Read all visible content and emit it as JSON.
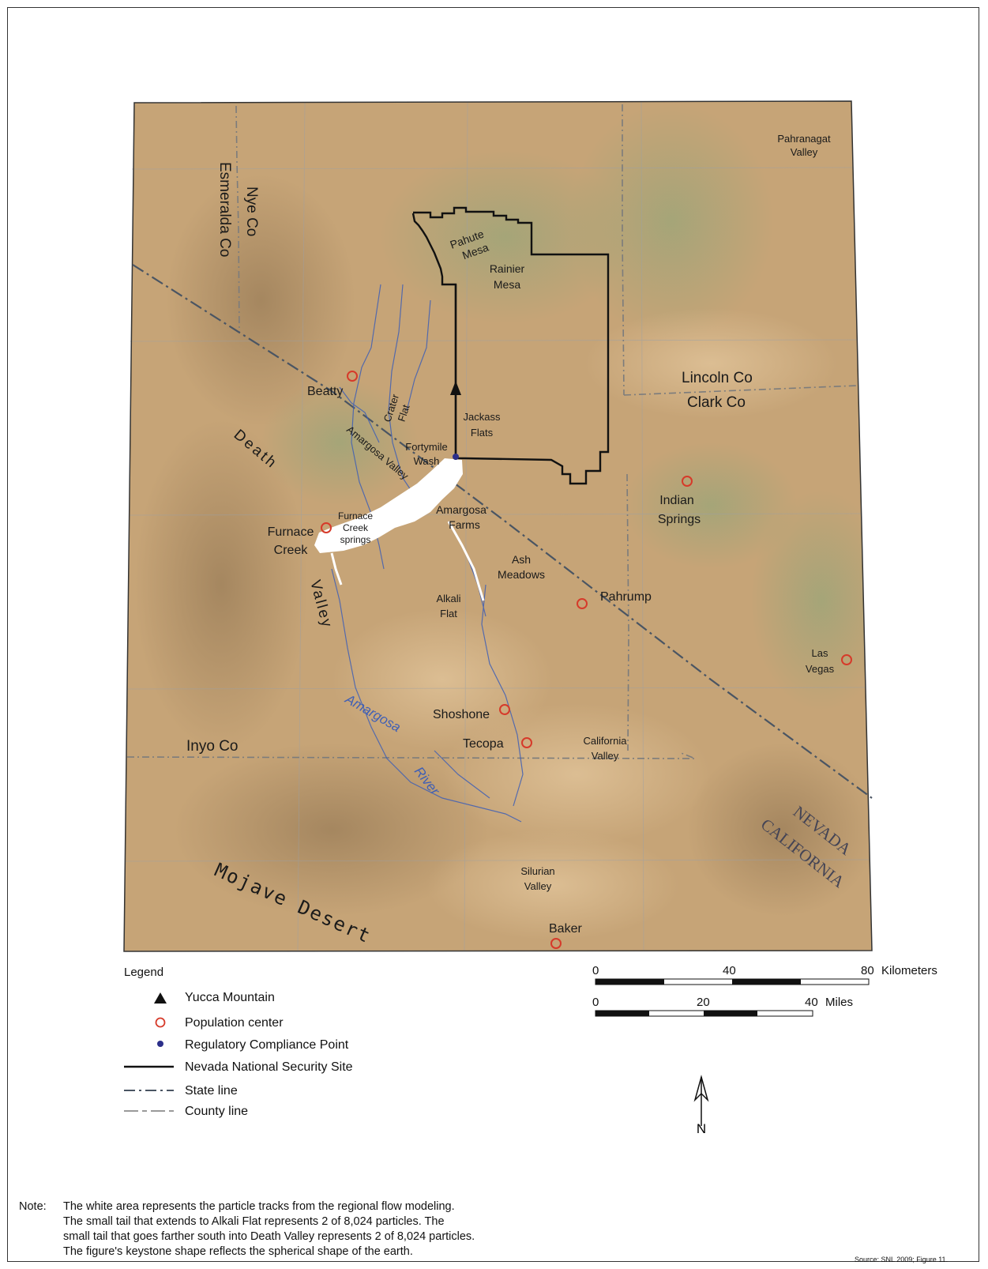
{
  "map": {
    "region_labels": {
      "pahranagat_valley": [
        "Pahranagat",
        "Valley"
      ],
      "nye_co": "Nye Co",
      "esmeralda_co": "Esmeralda Co",
      "pahute_mesa": [
        "Pahute",
        "Mesa"
      ],
      "rainier_mesa": [
        "Rainier",
        "Mesa"
      ],
      "lincoln_co": "Lincoln Co",
      "clark_co": "Clark Co",
      "beatty": "Beatty",
      "crater_flat": [
        "Crater",
        "Flat"
      ],
      "jackass_flats": [
        "Jackass",
        "Flats"
      ],
      "amargosa_valley": "Amargosa Valley",
      "fortymile_wash": [
        "Fortymile",
        "Wash"
      ],
      "death": "Death",
      "valley": "Valley",
      "furnace_creek_springs": [
        "Furnace",
        "Creek",
        "springs"
      ],
      "amargosa_farms": [
        "Amargosa",
        "Farms"
      ],
      "furnace_creek": [
        "Furnace",
        "Creek"
      ],
      "indian_springs": [
        "Indian",
        "Springs"
      ],
      "ash_meadows": [
        "Ash",
        "Meadows"
      ],
      "pahrump": "Pahrump",
      "alkali_flat": [
        "Alkali",
        "Flat"
      ],
      "las_vegas": [
        "Las",
        "Vegas"
      ],
      "amargosa_river": [
        "Amargosa",
        "River"
      ],
      "shoshone": "Shoshone",
      "tecopa": "Tecopa",
      "california_valley": [
        "California",
        "Valley"
      ],
      "inyo_co": "Inyo Co",
      "nevada": "NEVADA",
      "california": "CALIFORNIA",
      "silurian_valley": [
        "Silurian",
        "Valley"
      ],
      "baker": "Baker",
      "mojave_desert": "Mojave Desert"
    }
  },
  "legend": {
    "title": "Legend",
    "items": [
      {
        "symbol": "triangle",
        "label": "Yucca Mountain"
      },
      {
        "symbol": "circle-red",
        "label": "Population center"
      },
      {
        "symbol": "dot-blue",
        "label": "Regulatory Compliance Point"
      },
      {
        "symbol": "line-solid",
        "label": "Nevada National Security Site"
      },
      {
        "symbol": "line-dashdot",
        "label": "State line"
      },
      {
        "symbol": "line-dash-gray",
        "label": "County line"
      }
    ]
  },
  "scale_bar": {
    "km_ticks": [
      "0",
      "40",
      "80"
    ],
    "km_unit": "Kilometers",
    "mi_ticks": [
      "0",
      "20",
      "40"
    ],
    "mi_unit": "Miles"
  },
  "north_arrow": {
    "label": "N"
  },
  "note": {
    "label": "Note:",
    "lines": [
      "The white area represents the particle tracks from the regional flow modeling.",
      "The small tail that extends to Alkali Flat represents 2 of 8,024 particles.  The",
      "small tail that goes farther south into Death Valley represents 2 of 8,024 particles.",
      "The figure's keystone shape reflects the spherical shape of the earth."
    ]
  },
  "source": "Source: SNL 2009; Figure 11.",
  "colors": {
    "terrain": "#c6a477",
    "rivers": "#3f5fb5",
    "population_center": "#d63a2a",
    "compliance_point": "#2c2f8a",
    "particle_tracks": "#ffffff"
  }
}
